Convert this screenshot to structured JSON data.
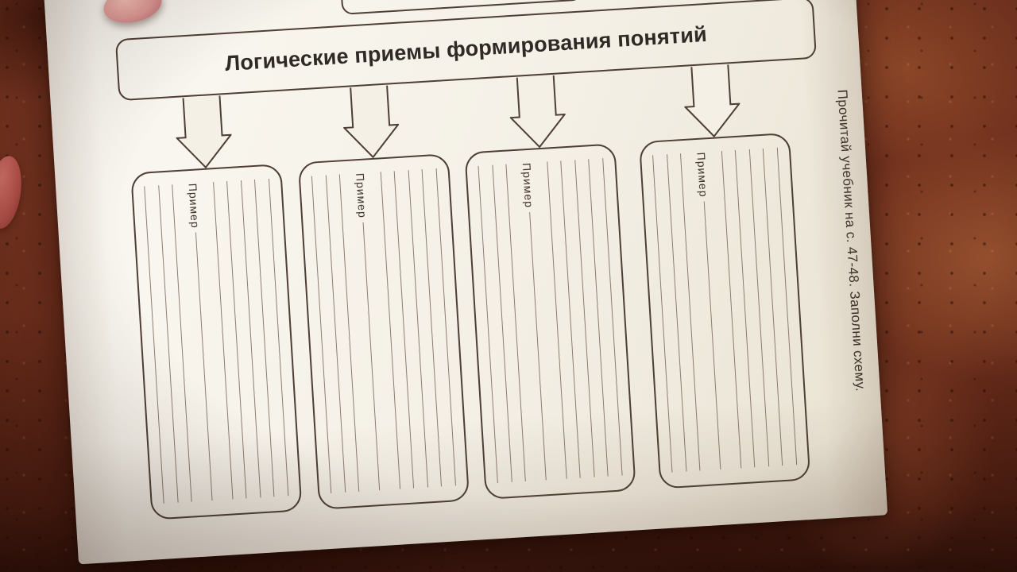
{
  "worksheet": {
    "title": "Логические приемы формирования понятий",
    "side_note": "Прочитай учебник на с. 47-48. Заполни схему.",
    "boxes": [
      {
        "label": "Пример"
      },
      {
        "label": "Пример"
      },
      {
        "label": "Пример"
      },
      {
        "label": "Пример"
      }
    ]
  },
  "colors": {
    "paper": "#f4f0e6",
    "ink": "#4e3f35",
    "writing_line": "#7b685c",
    "wood_table": "#6f2d1c"
  }
}
